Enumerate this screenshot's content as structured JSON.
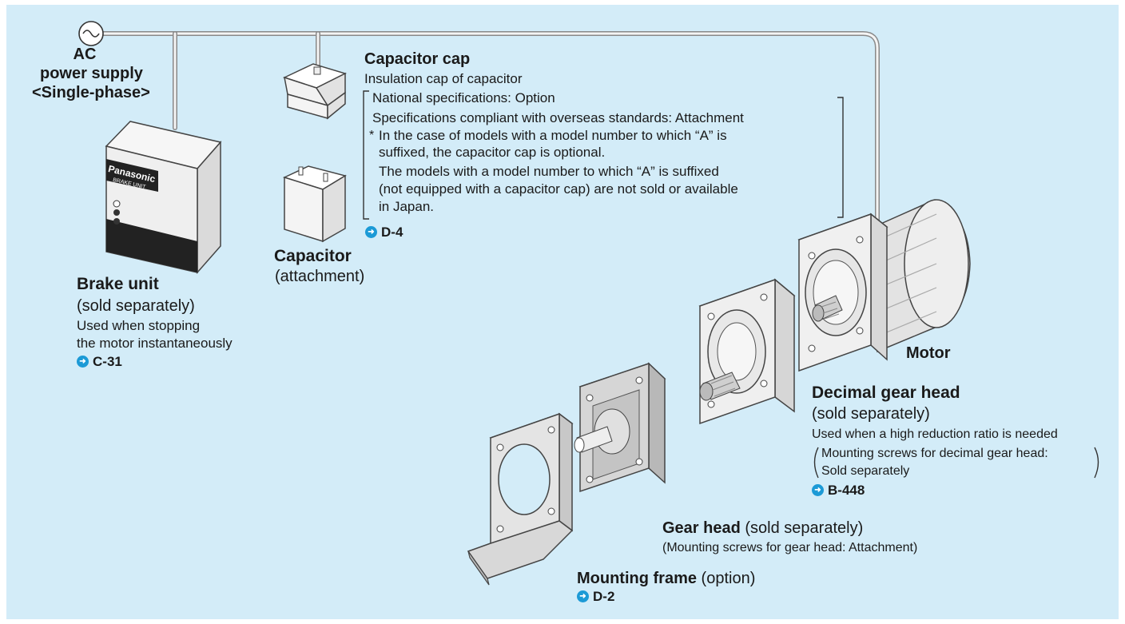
{
  "power": {
    "line1": "AC",
    "line2": "power supply",
    "line3": "<Single-phase>"
  },
  "brake_unit": {
    "title": "Brake unit",
    "sub": "(sold separately)",
    "desc1": "Used when stopping",
    "desc2": "the motor instantaneously",
    "ref": "C-31",
    "logo": "Panasonic",
    "logo_sub": "BRAKE UNIT"
  },
  "capacitor": {
    "title": "Capacitor",
    "sub": "(attachment)"
  },
  "capacitor_cap": {
    "title": "Capacitor cap",
    "desc": "Insulation cap of capacitor",
    "spec1": "National specifications: Option",
    "spec2": "Specifications compliant with overseas standards: Attachment",
    "note_mark": "*",
    "note1": "In the case of models with a model number to which “A” is",
    "note2": "suffixed, the capacitor cap is optional.",
    "note3": "The models with a model number to which “A” is suffixed",
    "note4": "(not equipped with a capacitor cap) are not sold or available",
    "note5": "in Japan.",
    "ref": "D-4"
  },
  "motor": {
    "title": "Motor"
  },
  "decimal_gear_head": {
    "title": "Decimal gear head",
    "sub": "(sold separately)",
    "desc": "Used when a high reduction ratio is needed",
    "paren1": "Mounting screws for decimal gear head:",
    "paren2": "Sold separately",
    "ref": "B-448"
  },
  "gear_head": {
    "title": "Gear head",
    "sub": " (sold separately)",
    "desc": "(Mounting screws for gear head: Attachment)"
  },
  "mounting_frame": {
    "title": "Mounting frame",
    "sub": " (option)",
    "ref": "D-2"
  },
  "colors": {
    "background": "#d3ecf8",
    "link_arrow": "#1c9ad6",
    "text": "#1a1a1a"
  },
  "icons": [
    "ac-source-icon",
    "link-arrow-icon"
  ]
}
